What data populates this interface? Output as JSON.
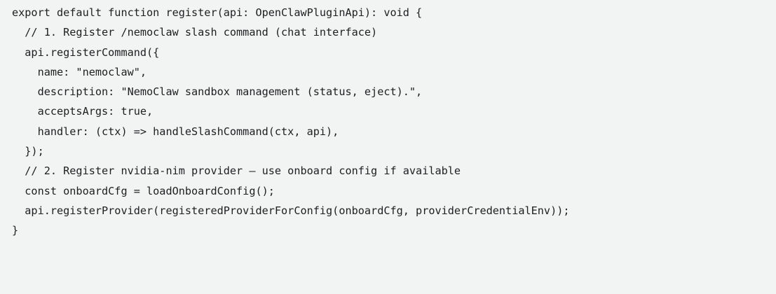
{
  "code": {
    "lines": [
      "export default function register(api: OpenClawPluginApi): void {",
      "  // 1. Register /nemoclaw slash command (chat interface)",
      "  api.registerCommand({",
      "    name: \"nemoclaw\",",
      "    description: \"NemoClaw sandbox management (status, eject).\",",
      "    acceptsArgs: true,",
      "    handler: (ctx) => handleSlashCommand(ctx, api),",
      "  });",
      "  // 2. Register nvidia-nim provider — use onboard config if available",
      "  const onboardCfg = loadOnboardConfig();",
      "  api.registerProvider(registeredProviderForConfig(onboardCfg, providerCredentialEnv));",
      "}"
    ]
  }
}
